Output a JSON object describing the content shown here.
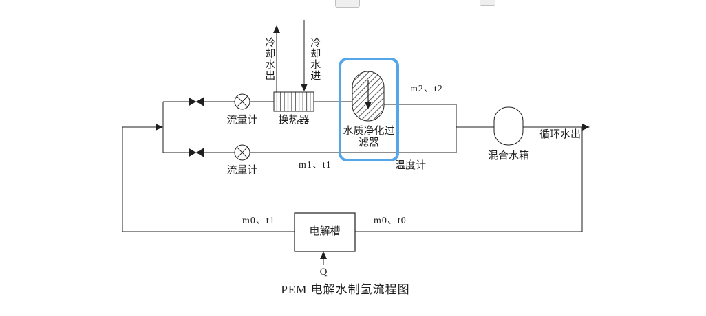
{
  "title": "PEM 电解水制氢流程图",
  "colors": {
    "line": "#1f1f1f",
    "highlight": "#54a6e8",
    "text": "#1f1f1f"
  },
  "labels": {
    "cooling_water_out": "冷却水出",
    "cooling_water_in": "冷却水进",
    "flow_meter_top": "流量计",
    "flow_meter_mid": "流量计",
    "heat_exchanger": "换热器",
    "filter_line1": "水质净化过",
    "filter_line2": "滤器",
    "m2_t2": "m2、t2",
    "m1_t1": "m1、t1",
    "thermometer": "温度计",
    "mixing_tank": "混合水箱",
    "circulating_water_out": "循环水出",
    "m0_t1": "m0、t1",
    "m0_t0": "m0、t0",
    "electrolyzer": "电解槽",
    "q_input": "Q"
  }
}
